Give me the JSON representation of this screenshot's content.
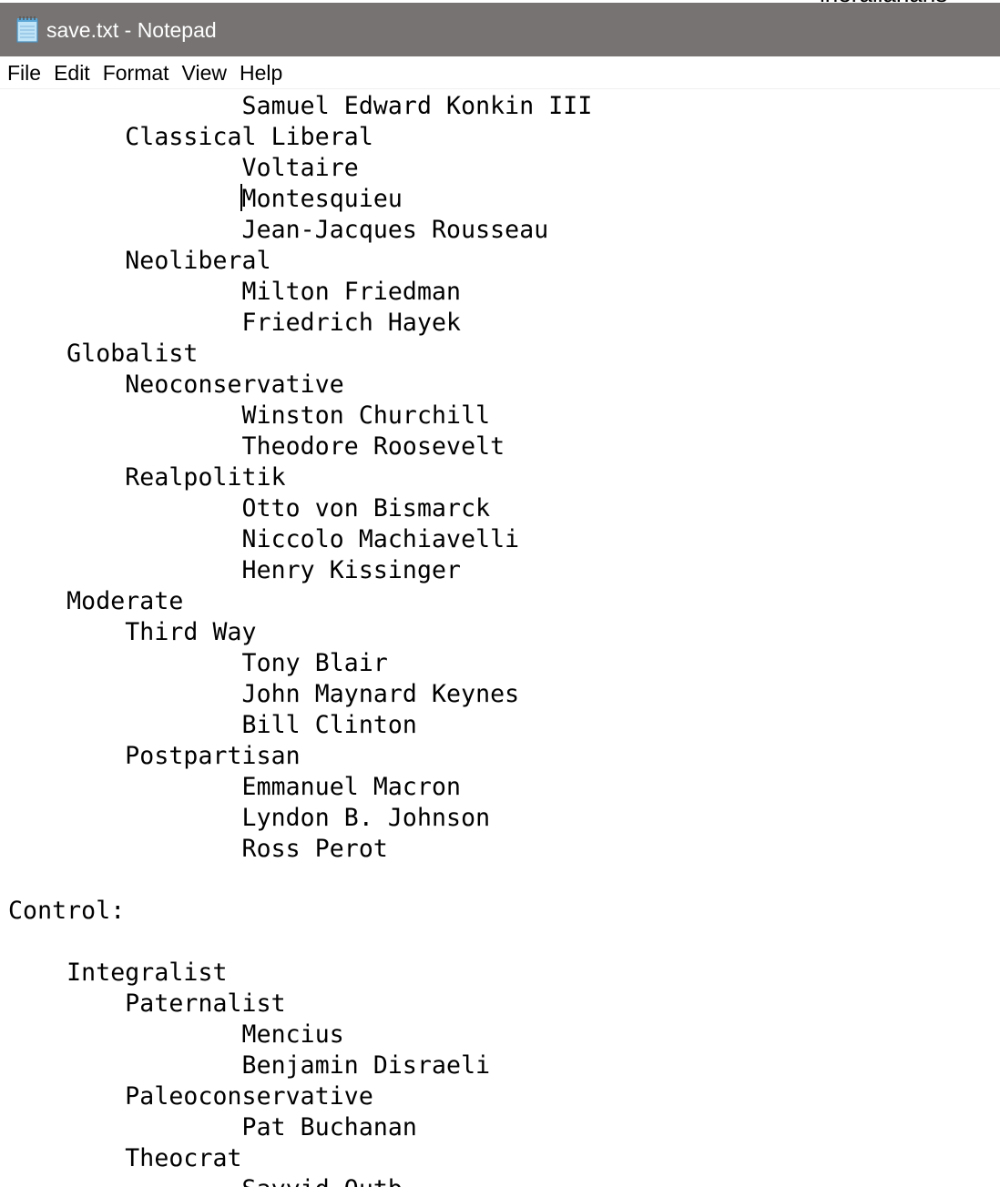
{
  "window": {
    "title": "save.txt - Notepad",
    "icon": "notepad-icon",
    "background_fragment": "ineralianans"
  },
  "menu": {
    "items": [
      "File",
      "Edit",
      "Format",
      "View",
      "Help"
    ]
  },
  "document": {
    "lines": [
      "                Samuel Edward Konkin III",
      "        Classical Liberal",
      "                Voltaire",
      "                Montesquieu",
      "                Jean-Jacques Rousseau",
      "        Neoliberal",
      "                Milton Friedman",
      "                Friedrich Hayek",
      "    Globalist",
      "        Neoconservative",
      "                Winston Churchill",
      "                Theodore Roosevelt",
      "        Realpolitik",
      "                Otto von Bismarck",
      "                Niccolo Machiavelli",
      "                Henry Kissinger",
      "    Moderate",
      "        Third Way",
      "                Tony Blair",
      "                John Maynard Keynes",
      "                Bill Clinton",
      "        Postpartisan",
      "                Emmanuel Macron",
      "                Lyndon B. Johnson",
      "                Ross Perot",
      "",
      "Control:",
      "",
      "    Integralist",
      "        Paternalist",
      "                Mencius",
      "                Benjamin Disraeli",
      "        Paleoconservative",
      "                Pat Buchanan",
      "        Theocrat",
      "                Sayyid Qutb"
    ]
  },
  "colors": {
    "titlebar": "#767372",
    "title_text": "#ffffff",
    "editor_background": "#ffffff",
    "text": "#000000"
  }
}
